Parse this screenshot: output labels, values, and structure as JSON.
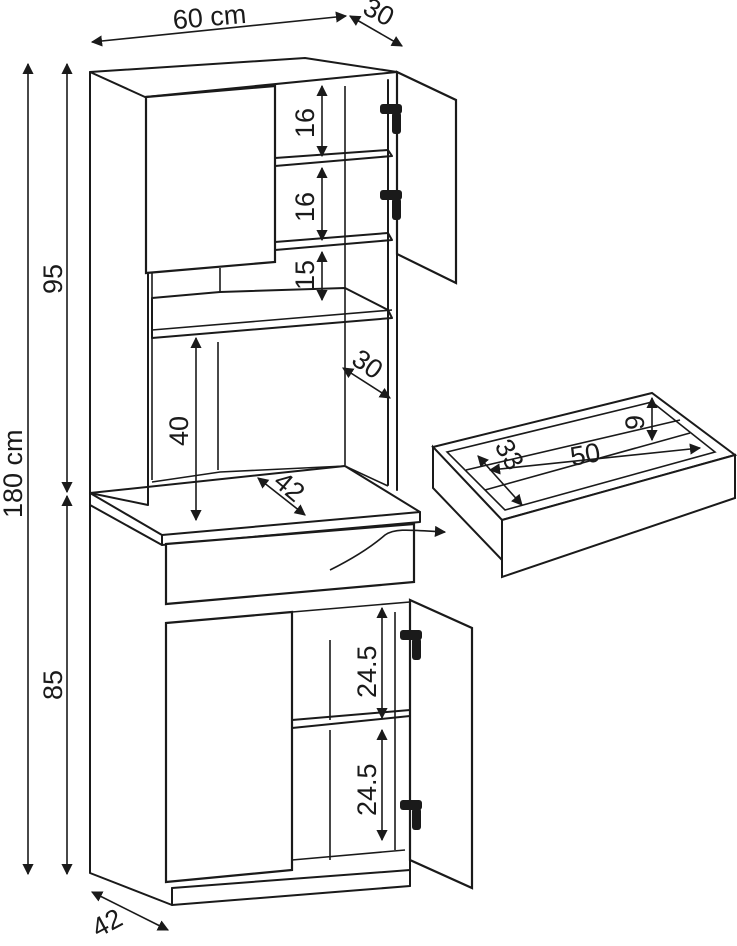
{
  "labels": {
    "width": "60 cm",
    "depth_top": "30",
    "height_total": "180 cm",
    "height_upper": "95",
    "height_lower": "85",
    "depth_bottom": "42",
    "shelf_upper_1": "16",
    "shelf_upper_2": "16",
    "shelf_upper_3": "15",
    "niche_height": "40",
    "niche_depth": "30",
    "worktop_depth": "42",
    "drawer_width": "50",
    "drawer_depth": "33",
    "drawer_height": "9",
    "shelf_lower_1": "24.5",
    "shelf_lower_2": "24.5"
  }
}
